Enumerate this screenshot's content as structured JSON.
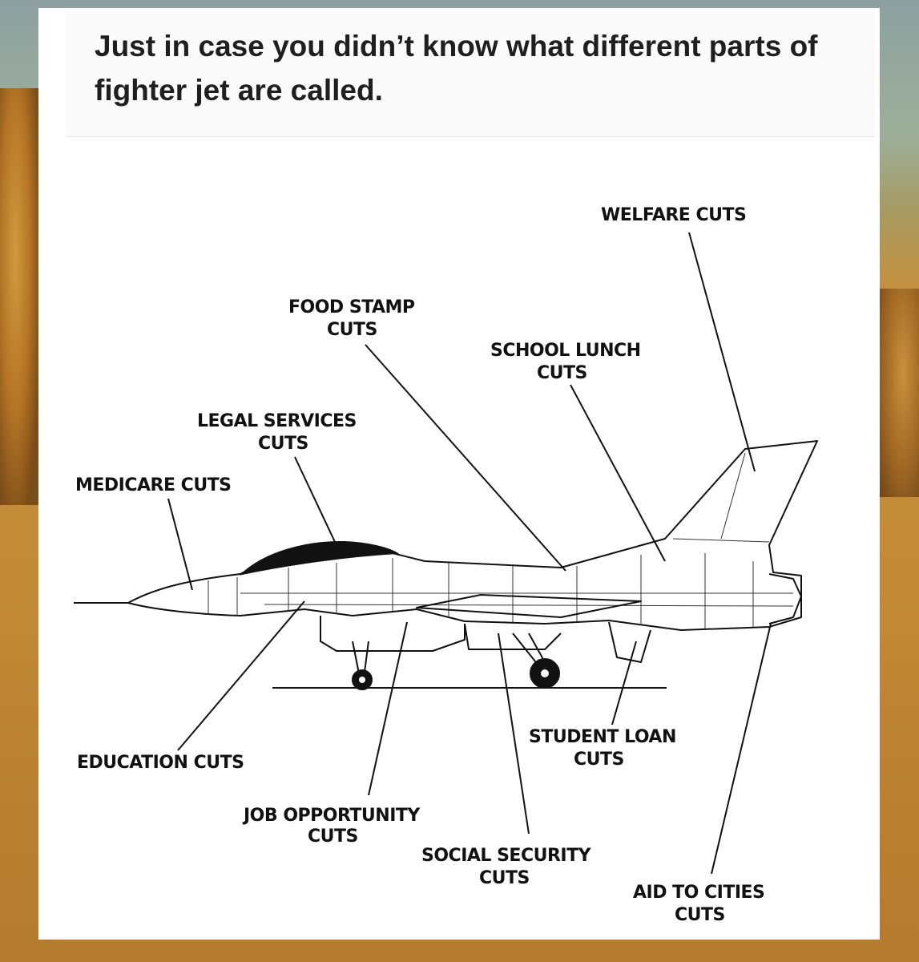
{
  "post": {
    "title": "Just in case you didn’t know what different parts of fighter jet are called."
  },
  "diagram": {
    "labels": [
      {
        "id": "welfare",
        "lines": [
          "WELFARE CUTS"
        ]
      },
      {
        "id": "food-stamp",
        "lines": [
          "FOOD STAMP",
          "CUTS"
        ]
      },
      {
        "id": "school-lunch",
        "lines": [
          "SCHOOL LUNCH",
          "CUTS"
        ]
      },
      {
        "id": "legal-services",
        "lines": [
          "LEGAL SERVICES",
          "CUTS"
        ]
      },
      {
        "id": "medicare",
        "lines": [
          "MEDICARE CUTS"
        ]
      },
      {
        "id": "education",
        "lines": [
          "EDUCATION CUTS"
        ]
      },
      {
        "id": "student-loan",
        "lines": [
          "STUDENT LOAN",
          "CUTS"
        ]
      },
      {
        "id": "job-opportunity",
        "lines": [
          "JOB OPPORTUNITY",
          "CUTS"
        ]
      },
      {
        "id": "social-security",
        "lines": [
          "SOCIAL SECURITY",
          "CUTS"
        ]
      },
      {
        "id": "aid-to-cities",
        "lines": [
          "AID TO CITIES",
          "CUTS"
        ]
      }
    ]
  }
}
